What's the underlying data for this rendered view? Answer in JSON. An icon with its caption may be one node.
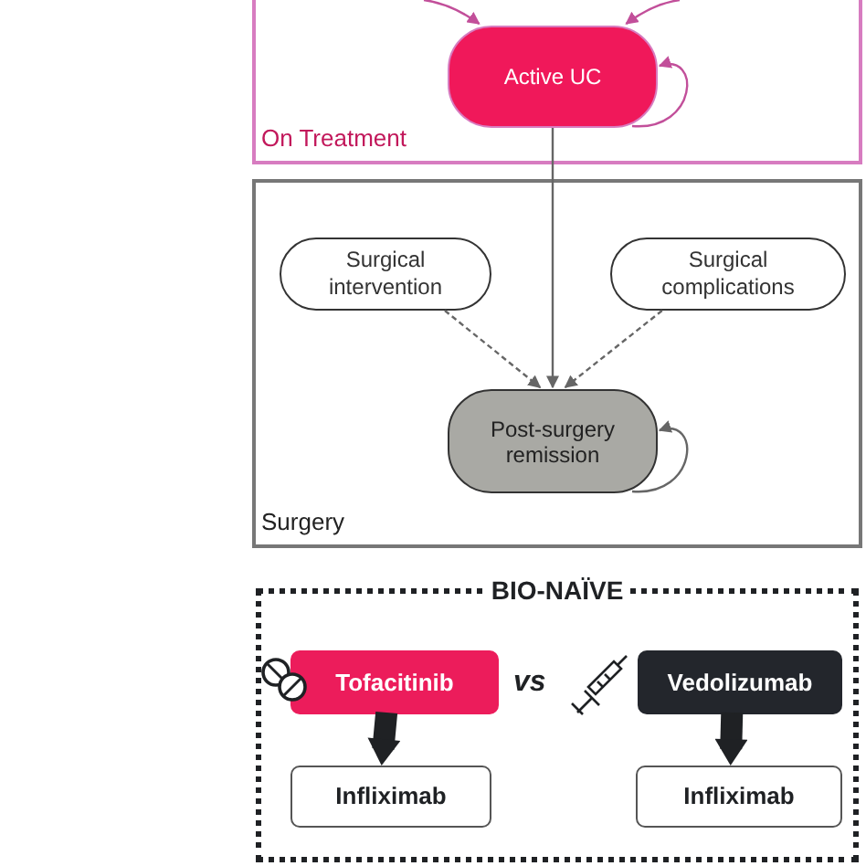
{
  "diagram": {
    "nodes": [
      {
        "text": [
          "On Treatment"
        ]
      },
      {
        "text": [
          "Active UC"
        ],
        "in": 0
      },
      {
        "text": [
          "Surgery"
        ]
      },
      {
        "text": [
          "Surgical intervention"
        ],
        "in": 2
      },
      {
        "text": [
          "Surgical complications"
        ],
        "in": 2
      },
      {
        "text": [
          "Post-surgery remission"
        ],
        "in": 2
      },
      {
        "text": [
          "BIO-NAÏVE"
        ]
      },
      {
        "text": [
          "Tofacitinib"
        ],
        "in": 6
      },
      {
        "text": [
          "Vedolizumab"
        ],
        "in": 6
      },
      {
        "text": [
          "Infliximab"
        ],
        "in": 6
      },
      {
        "text": [
          "Infliximab"
        ],
        "in": 6
      }
    ],
    "edges": [
      {
        "from": null,
        "to": 1,
        "arrow": "to",
        "color": "#c24f9a"
      },
      {
        "from": null,
        "to": 1,
        "arrow": "to",
        "color": "#c24f9a"
      },
      {
        "from": 1,
        "to": 1,
        "arrow": "to",
        "color": "#c24f9a"
      },
      {
        "from": 1,
        "to": 5,
        "arrow": "to"
      },
      {
        "from": 3,
        "to": 5,
        "arrow": "to",
        "style": "dashed"
      },
      {
        "from": 4,
        "to": 5,
        "arrow": "to",
        "style": "dashed"
      },
      {
        "from": 5,
        "to": 5,
        "arrow": "to"
      },
      {
        "from": 7,
        "to": 9,
        "arrow": "to",
        "style": "thick",
        "color": "#1f2124"
      },
      {
        "from": 8,
        "to": 10,
        "arrow": "to",
        "style": "thick",
        "color": "#1f2124"
      }
    ],
    "labels": [
      "vs"
    ]
  }
}
